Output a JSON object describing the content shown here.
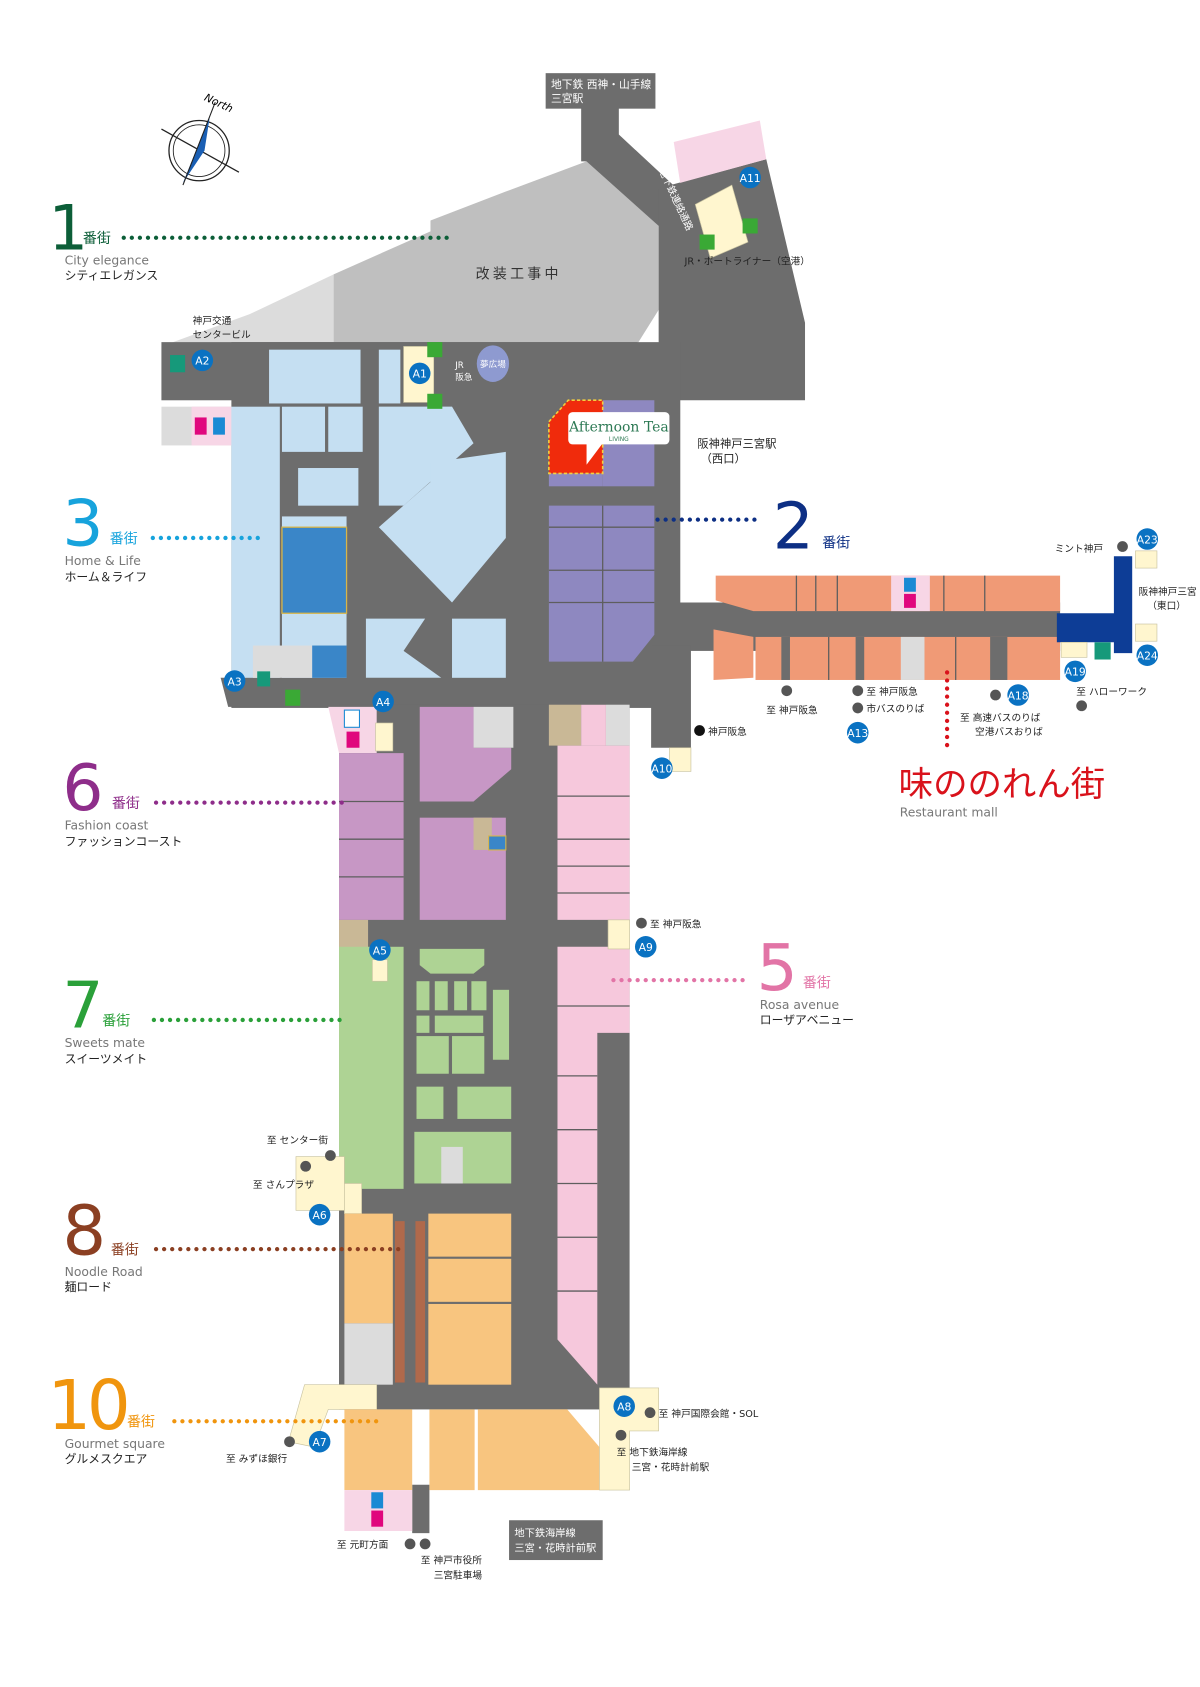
{
  "compass": {
    "label": "North"
  },
  "top_station": {
    "lines": [
      "地下鉄 西神・山手線",
      "三宮駅"
    ]
  },
  "construction": {
    "label": "改装工事中"
  },
  "connector": {
    "label": "地下鉄連絡通路"
  },
  "highlight_store": {
    "name": "Afternoon Tea",
    "sub": "LIVING",
    "color": "#f02b0c"
  },
  "plaza": {
    "label": "夢広場"
  },
  "districts": [
    {
      "num": "1",
      "suffix": "番街",
      "en": "City elegance",
      "ja": "シティエレガンス",
      "color": "#0c5e38"
    },
    {
      "num": "2",
      "suffix": "番街",
      "color": "#0d2f84"
    },
    {
      "num": "3",
      "suffix": "番街",
      "en": "Home & Life",
      "ja": "ホーム＆ライフ",
      "color": "#17a3dc"
    },
    {
      "num": "5",
      "suffix": "番街",
      "en": "Rosa avenue",
      "ja": "ローザアベニュー",
      "color": "#e274a6"
    },
    {
      "num": "6",
      "suffix": "番街",
      "en": "Fashion coast",
      "ja": "ファッションコースト",
      "color": "#8e2d8a"
    },
    {
      "num": "7",
      "suffix": "番街",
      "en": "Sweets mate",
      "ja": "スイーツメイト",
      "color": "#2aa039"
    },
    {
      "num": "8",
      "suffix": "番街",
      "en": "Noodle Road",
      "ja": "麺ロード",
      "color": "#8b3f22"
    },
    {
      "num": "10",
      "suffix": "番街",
      "en": "Gourmet square",
      "ja": "グルメスクエア",
      "color": "#f0950e"
    }
  ],
  "restaurant_mall": {
    "ja": "味ののれん街",
    "en": "Restaurant mall",
    "color": "#d9121b"
  },
  "exits": [
    "A1",
    "A2",
    "A3",
    "A4",
    "A5",
    "A6",
    "A7",
    "A8",
    "A9",
    "A10",
    "A11",
    "A13",
    "A18",
    "A19",
    "A23",
    "A24"
  ],
  "places": {
    "kotsu_center": [
      "神戸交通",
      "センタービル"
    ],
    "jr_portliner": "JR・ポートライナー（空港）",
    "jr_hankyu": [
      "JR",
      "阪急"
    ],
    "hanshin_west": [
      "阪神神戸三宮駅",
      "（西口）"
    ],
    "mint": "ミント神戸",
    "hanshin_east": [
      "阪神神戸三宮",
      "（東口）"
    ],
    "to_kobe_hankyu_1": "至 神戸阪急",
    "to_kobe_hankyu_2": "至 神戸阪急",
    "city_bus": "市バスのりば",
    "highway_bus": [
      "至 高速バスのりば",
      "空港バスおりば"
    ],
    "hello_work": "至 ハローワーク",
    "kobe_hankyu": "神戸阪急",
    "to_kobe_hankyu_3": "至 神戸阪急",
    "to_center_gai": "至 センター街",
    "to_sun_plaza": "至 さんプラザ",
    "to_mizuho": "至 みずほ銀行",
    "to_kokusai": "至 神戸国際会館・SOL",
    "to_kaigan": [
      "至 地下鉄海岸線",
      "三宮・花時計前駅"
    ],
    "to_motomachi": "至 元町方面",
    "to_city_hall": [
      "至 神戸市役所",
      "三宮駐車場"
    ],
    "kaigan_station": [
      "地下鉄海岸線",
      "三宮・花時計前駅"
    ]
  }
}
